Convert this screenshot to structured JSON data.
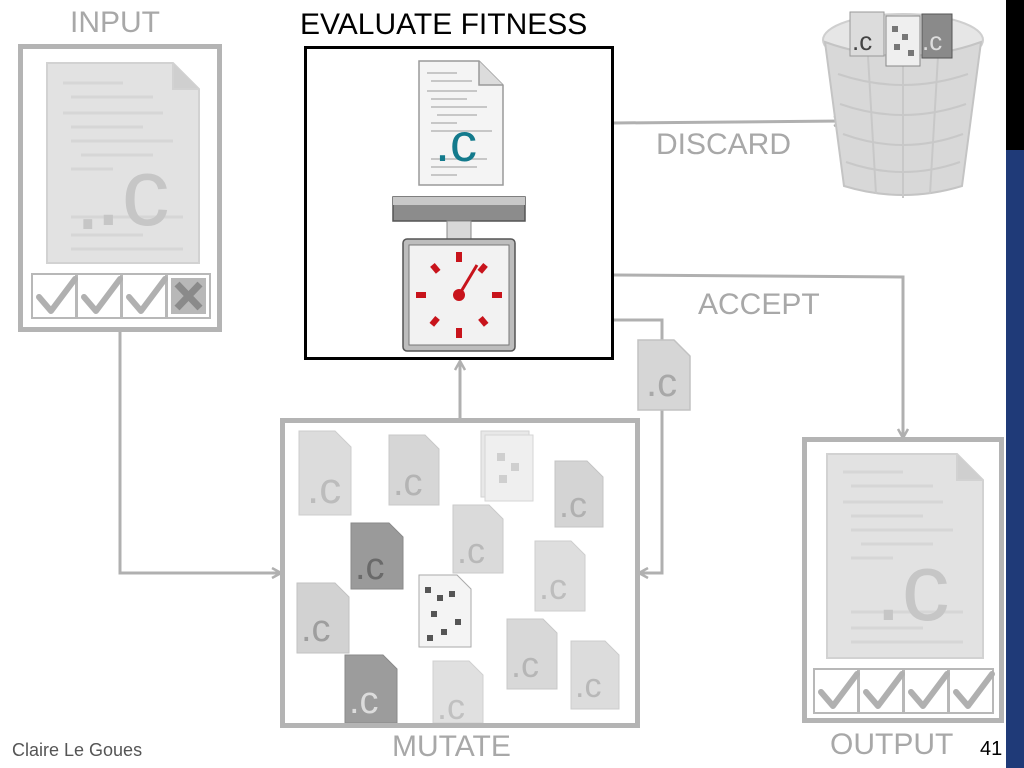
{
  "slide": {
    "labels": {
      "input": "INPUT",
      "evaluate": "EVALUATE FITNESS",
      "discard": "DISCARD",
      "accept": "ACCEPT",
      "mutate": "MUTATE",
      "output": "OUTPUT"
    },
    "footer": {
      "author": "Claire Le Goues",
      "page_number": "41"
    },
    "file_glyph": ".c",
    "input_checks": [
      "pass",
      "pass",
      "pass",
      "fail"
    ],
    "output_checks": [
      "pass",
      "pass",
      "pass",
      "pass"
    ],
    "colors": {
      "arrow": "#b0b0b0",
      "box_border": "#b4b4b4",
      "accent_blue": "#1f3a78",
      "c_letter": "#137a8c",
      "scale_red": "#c8141c"
    }
  }
}
